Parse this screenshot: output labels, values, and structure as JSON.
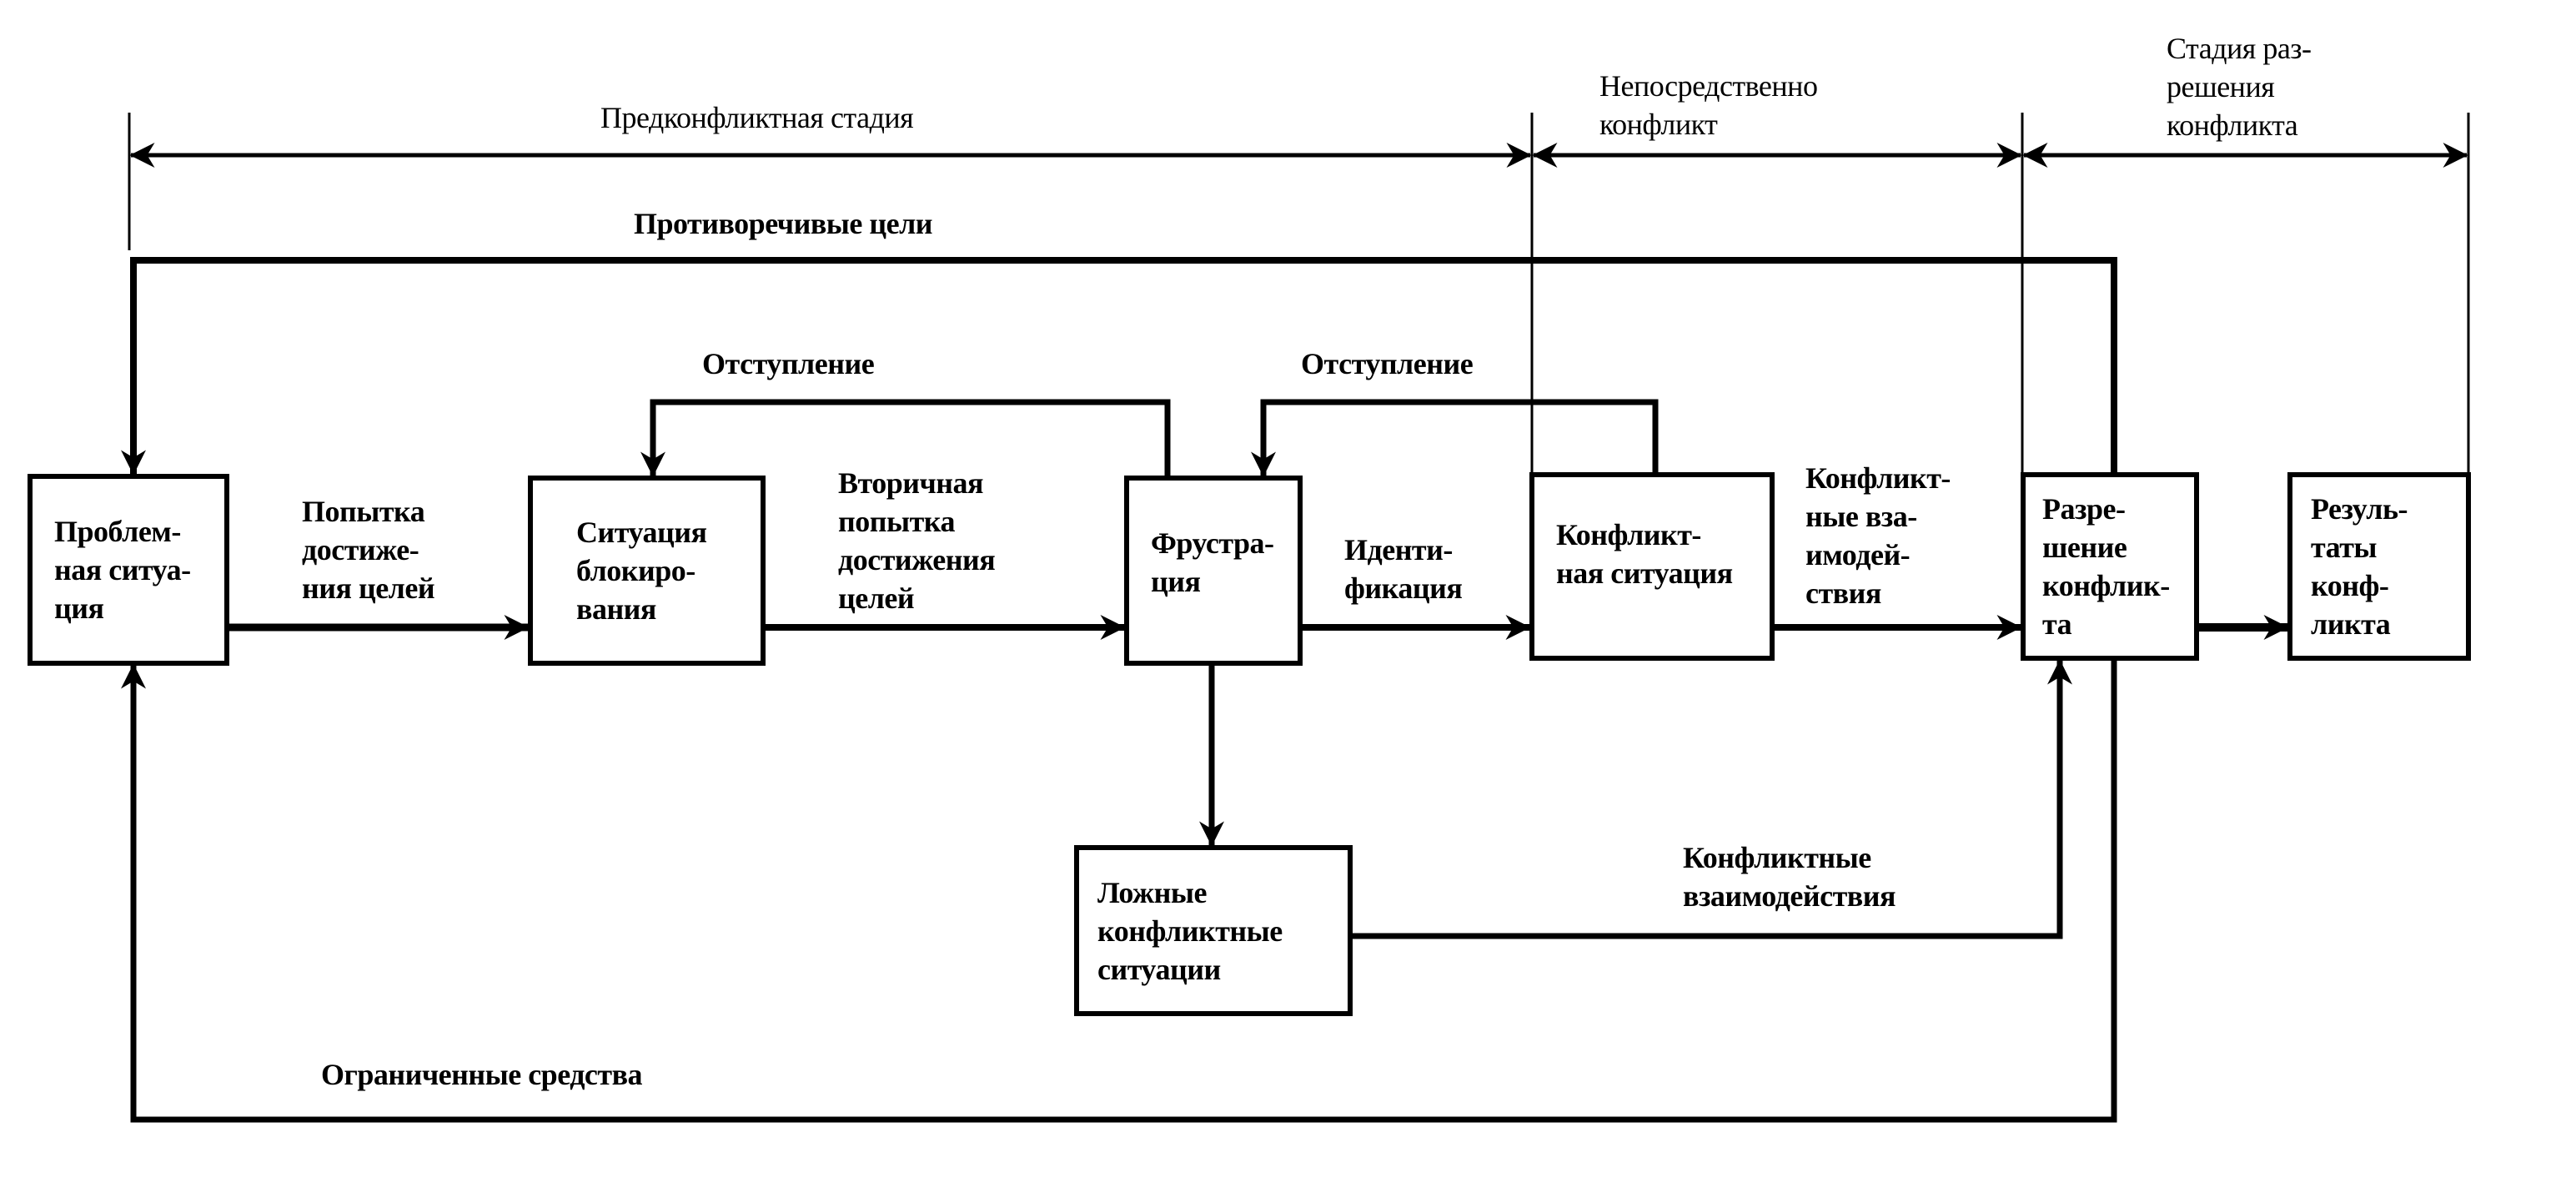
{
  "stages": {
    "pre_conflict": "Предконфликтная стадия",
    "direct_conflict": "Непосредственно\nконфликт",
    "resolution": "Стадия раз-\nрешения\nконфликта"
  },
  "boxes": {
    "problem_situation": "Проблем-\nная ситуа-\nция",
    "blocking_situation": "Ситуация\nблокиро-\nвания",
    "frustration": "Фрустра-\nция",
    "conflict_situation": "Конфликт-\nная ситуация",
    "conflict_resolution": "Разре-\nшение\nконфлик-\nта",
    "conflict_results": "Резуль-\nтаты\nконф-\nликта",
    "false_conflict_situations": "Ложные\nконфликтные\nситуации"
  },
  "edges": {
    "contradictory_goals": "Противоречивые цели",
    "attempt_to_reach_goals": "Попытка\nдостиже-\nния целей",
    "retreat_1": "Отступление",
    "secondary_attempt": "Вторичная\nпопытка\nдостижения\nцелей",
    "retreat_2": "Отступление",
    "identification": "Иденти-\nфикация",
    "conflict_interactions_short": "Конфликт-\nные вза-\nимодей-\nствия",
    "conflict_interactions": "Конфликтные\nвзаимодействия",
    "limited_means": "Ограниченные средства"
  }
}
